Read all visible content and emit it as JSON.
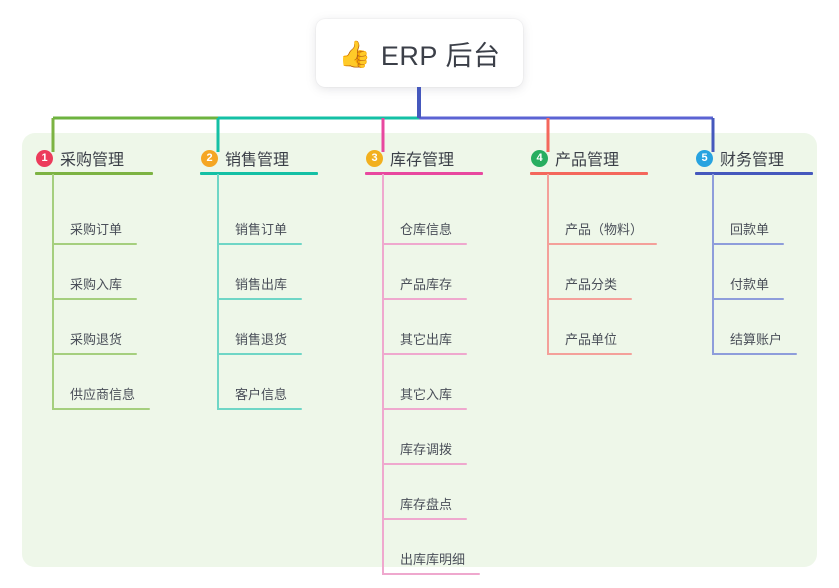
{
  "root": {
    "icon": "thumbs-up-icon",
    "emoji": "👍",
    "title": "ERP 后台"
  },
  "palette": {
    "panel_bg": "#eef7e9",
    "page_bg": "#ffffff",
    "trunk": "#4558bd",
    "bus_left": "#6db33f",
    "bus_mid": "#14c0a5",
    "bus_right": "#5b63d3",
    "text": "#3b3f48",
    "leaf_text": "#4a4f59"
  },
  "columns": [
    {
      "index": 1,
      "badge": "1",
      "badge_color": "#ec3b5b",
      "label": "采购管理",
      "line_color": "#7cb342",
      "leaf_line_color": "#a5cf7e",
      "head_rule_width": 118,
      "items": [
        {
          "label": "采购订单",
          "rule_width": 85
        },
        {
          "label": "采购入库",
          "rule_width": 85
        },
        {
          "label": "采购退货",
          "rule_width": 85
        },
        {
          "label": "供应商信息",
          "rule_width": 98
        }
      ]
    },
    {
      "index": 2,
      "badge": "2",
      "badge_color": "#f5a623",
      "label": "销售管理",
      "line_color": "#14c0a5",
      "leaf_line_color": "#6fd6c6",
      "head_rule_width": 118,
      "items": [
        {
          "label": "销售订单",
          "rule_width": 85
        },
        {
          "label": "销售出库",
          "rule_width": 85
        },
        {
          "label": "销售退货",
          "rule_width": 85
        },
        {
          "label": "客户信息",
          "rule_width": 85
        }
      ]
    },
    {
      "index": 3,
      "badge": "3",
      "badge_color": "#f2b01e",
      "label": "库存管理",
      "line_color": "#e8489f",
      "leaf_line_color": "#efa8ce",
      "head_rule_width": 118,
      "items": [
        {
          "label": "仓库信息",
          "rule_width": 85
        },
        {
          "label": "产品库存",
          "rule_width": 85
        },
        {
          "label": "其它出库",
          "rule_width": 85
        },
        {
          "label": "其它入库",
          "rule_width": 85
        },
        {
          "label": "库存调拨",
          "rule_width": 85
        },
        {
          "label": "库存盘点",
          "rule_width": 85
        },
        {
          "label": "出库库明细",
          "rule_width": 98
        }
      ]
    },
    {
      "index": 4,
      "badge": "4",
      "badge_color": "#27ae60",
      "label": "产品管理",
      "line_color": "#f4675c",
      "leaf_line_color": "#f4a09a",
      "head_rule_width": 118,
      "items": [
        {
          "label": "产品（物料）",
          "rule_width": 110
        },
        {
          "label": "产品分类",
          "rule_width": 85
        },
        {
          "label": "产品单位",
          "rule_width": 85
        }
      ]
    },
    {
      "index": 5,
      "badge": "5",
      "badge_color": "#27a3e0",
      "label": "财务管理",
      "line_color": "#4558bd",
      "leaf_line_color": "#8e9ddb",
      "head_rule_width": 118,
      "items": [
        {
          "label": "回款单",
          "rule_width": 72
        },
        {
          "label": "付款单",
          "rule_width": 72
        },
        {
          "label": "结算账户",
          "rule_width": 85
        }
      ]
    }
  ]
}
